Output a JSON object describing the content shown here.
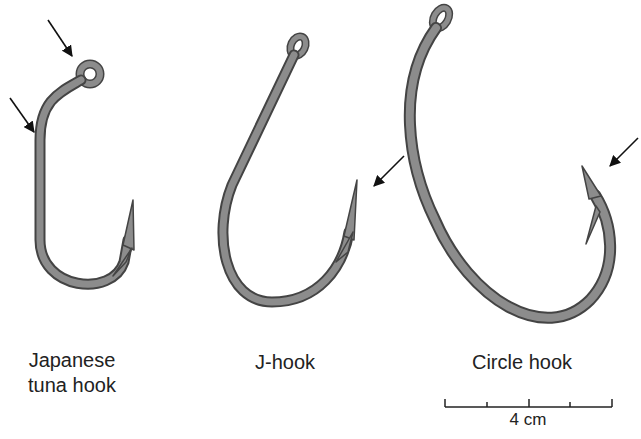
{
  "diagram": {
    "labels": [
      "Japanese tuna hook",
      "J-hook",
      "Circle hook",
      "4 cm"
    ]
  }
}
